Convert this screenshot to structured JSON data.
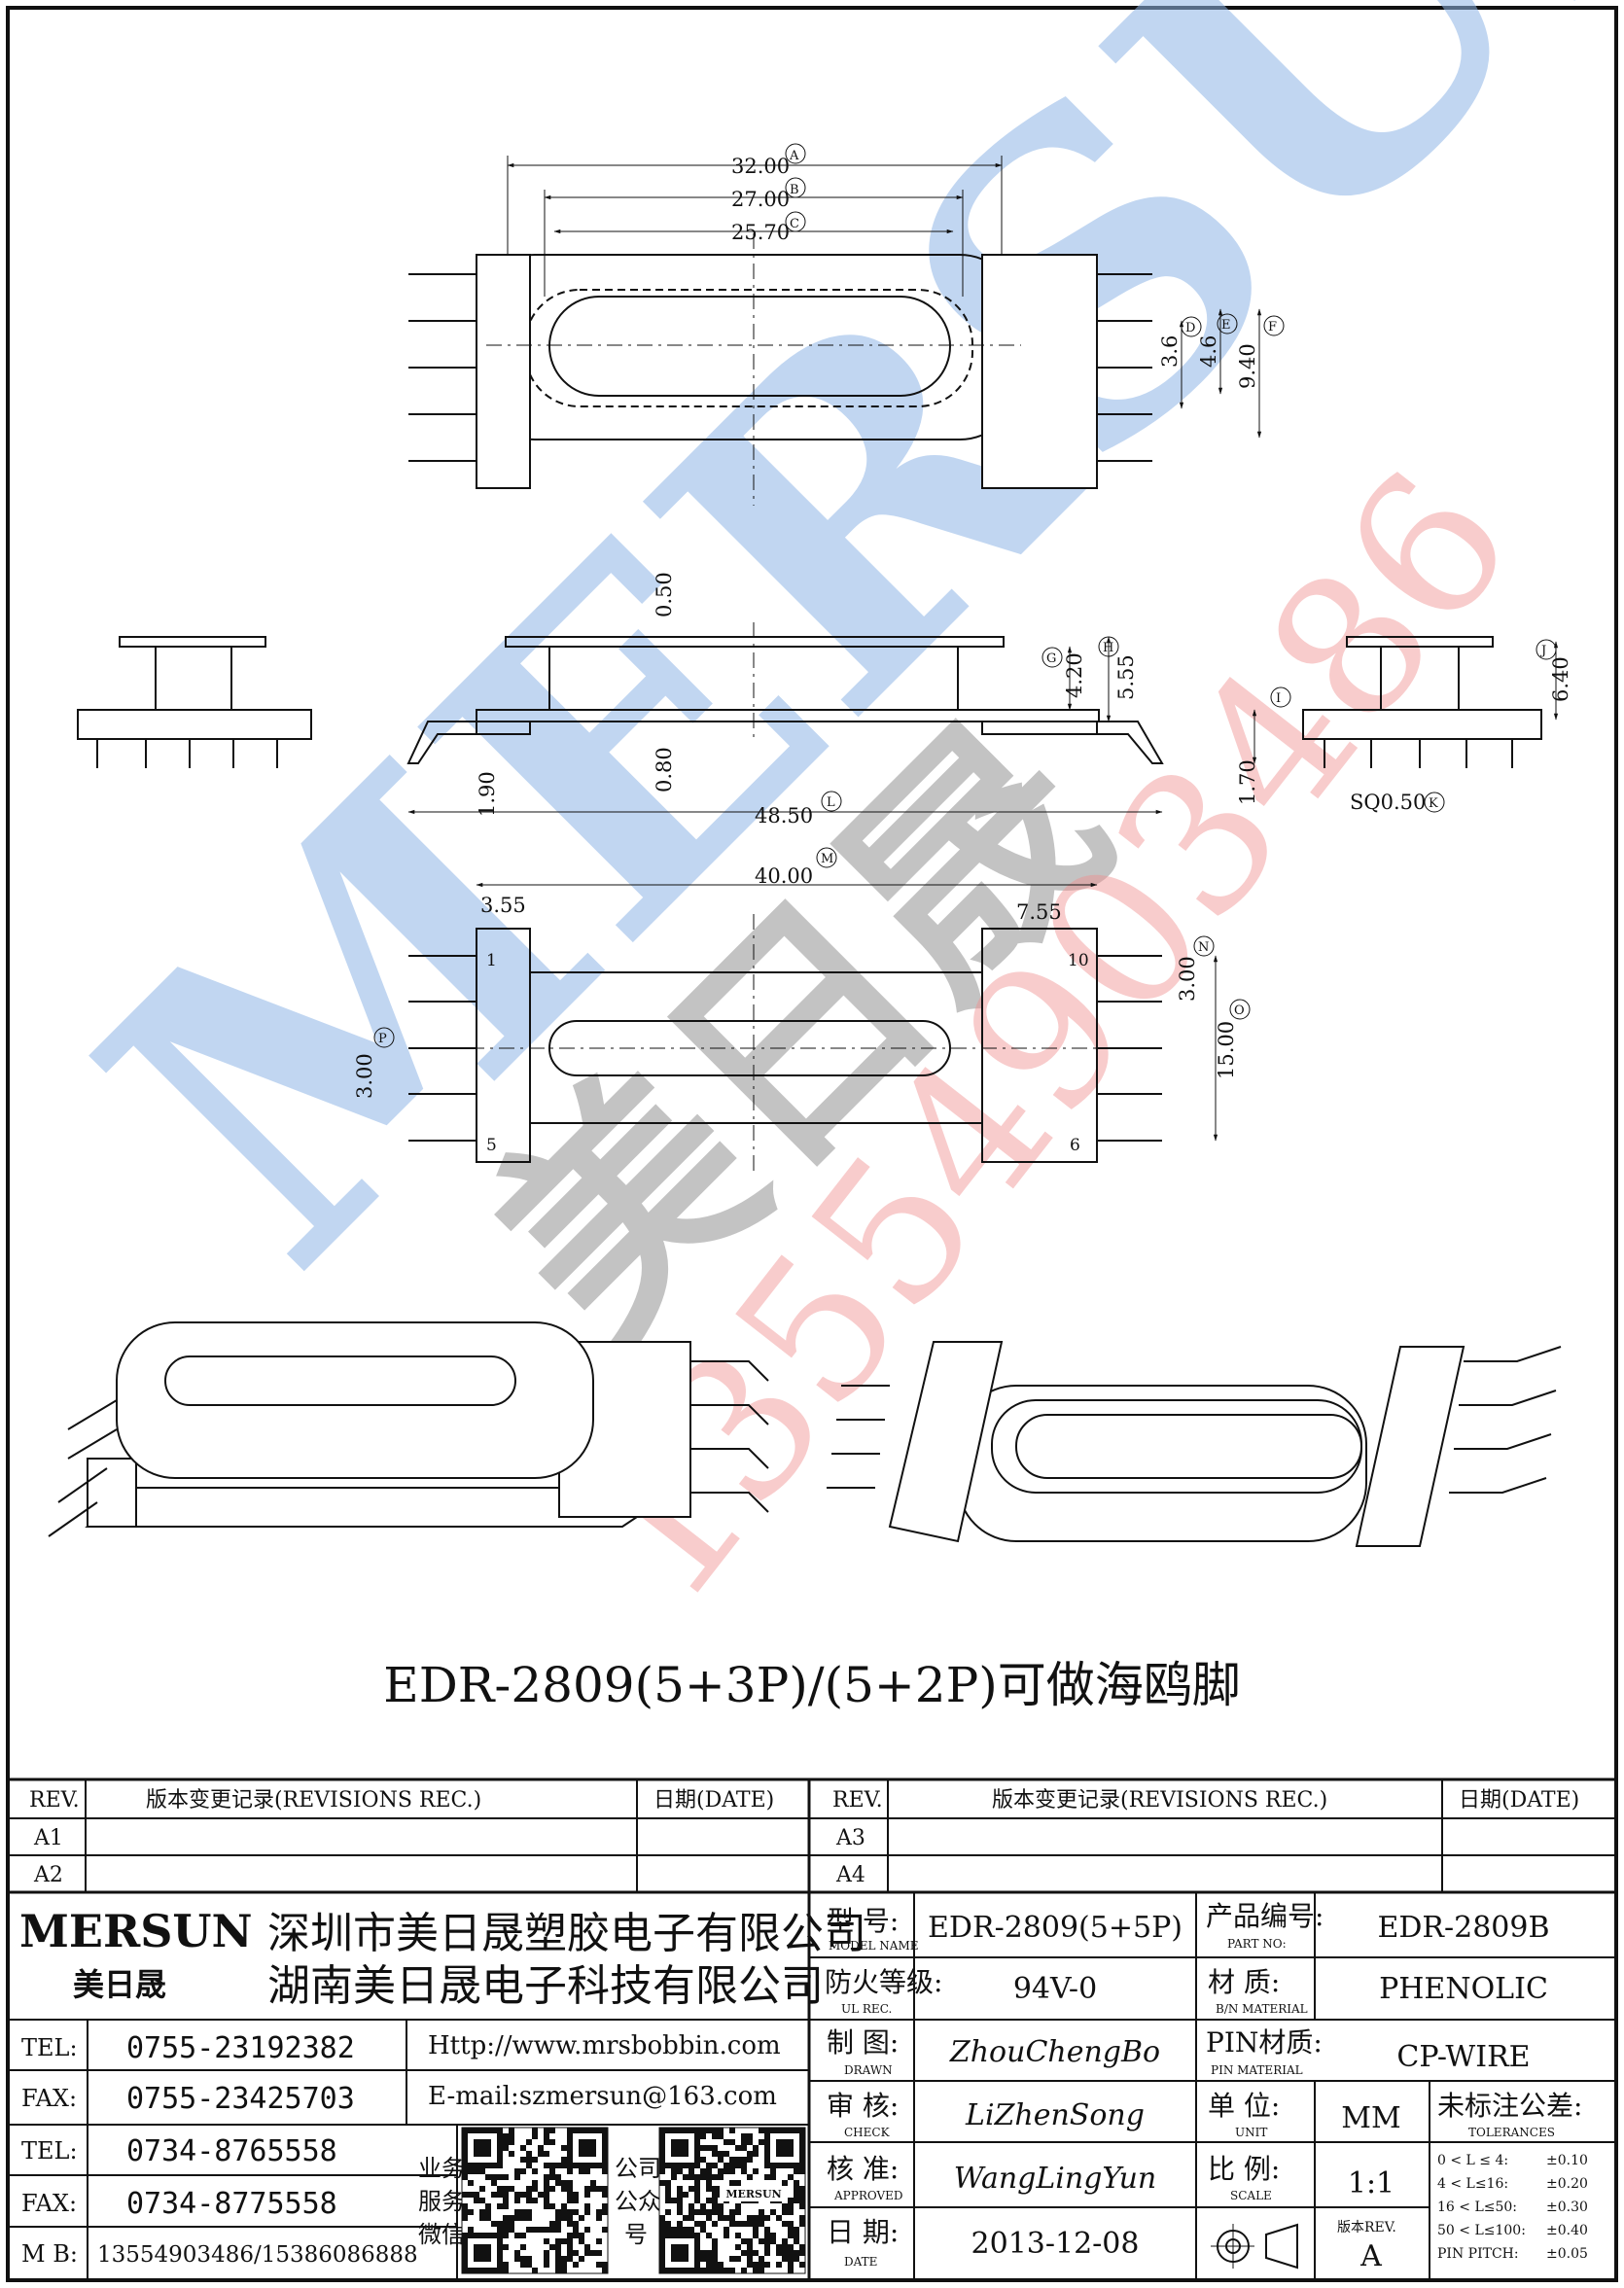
{
  "drawing": {
    "dims_top": {
      "A": "32.00",
      "B": "27.00",
      "C": "25.70",
      "D": "3.6",
      "E": "4.6",
      "F": "9.40",
      "markA": "A",
      "markB": "B",
      "markC": "C",
      "markD": "D",
      "markE": "E",
      "markF": "F"
    },
    "dims_side": {
      "d050": "0.50",
      "d080": "0.80",
      "d190": "1.90",
      "d4850": "48.50",
      "d420": "4.20",
      "d555": "5.55",
      "d640": "6.40",
      "d170": "1.70",
      "sq": "SQ0.50",
      "markG": "G",
      "markH": "H",
      "markI": "I",
      "markJ": "J",
      "markK": "K",
      "markL": "L"
    },
    "dims_bottom": {
      "d4000": "40.00",
      "d355": "3.55",
      "d755": "7.55",
      "d300a": "3.00",
      "d1500": "15.00",
      "d300b": "3.00",
      "markM": "M",
      "markN": "N",
      "markO": "O",
      "markP": "P",
      "pin1": "1",
      "pin5": "5",
      "pin10": "10",
      "pin6": "6"
    },
    "title": "EDR-2809(5+3P)/(5+2P)可做海鸥脚",
    "watermark_brand": "MERSUN",
    "watermark_cn": "美日晟",
    "watermark_phone": "13554903486"
  },
  "rev_left": {
    "h_rev": "REV.",
    "h_rec": "版本变更记录(REVISIONS REC.)",
    "h_date": "日期(DATE)",
    "r1": "A1",
    "r2": "A2"
  },
  "rev_right": {
    "h_rev": "REV.",
    "h_rec": "版本变更记录(REVISIONS REC.)",
    "h_date": "日期(DATE)",
    "r1": "A3",
    "r2": "A4"
  },
  "company": {
    "logo": "MERSUN",
    "logo_cn": "美日晟",
    "name1": "深圳市美日晟塑胶电子有限公司",
    "name2": "湖南美日晟电子科技有限公司",
    "tel1_label": "TEL:",
    "tel1": "0755-23192382",
    "fax1_label": "FAX:",
    "fax1": "0755-23425703",
    "tel2_label": "TEL:",
    "tel2": "0734-8765558",
    "fax2_label": "FAX:",
    "fax2": "0734-8775558",
    "mb_label": "M B:",
    "mb": "13554903486/15386086888",
    "web": "Http://www.mrsbobbin.com",
    "email": "E-mail:szmersun@163.com",
    "qr1_label": [
      "业务",
      "服务",
      "微信"
    ],
    "qr2_label": [
      "公司",
      "公众",
      "号"
    ],
    "qr2_center": "MERSUN"
  },
  "spec": {
    "model_label": "型  号:",
    "model_label_en": "MODEL NAME",
    "model": "EDR-2809(5+5P)",
    "part_label": "产品编号:",
    "part_label_en": "PART NO:",
    "part": "EDR-2809B",
    "ul_label": "防火等级:",
    "ul_label_en": "UL REC.",
    "ul": "94V-0",
    "mat_label": "材  质:",
    "mat_label_en": "B/N MATERIAL",
    "mat": "PHENOLIC",
    "drawn_label": "制  图:",
    "drawn_label_en": "DRAWN",
    "drawn": "ZhouChengBo",
    "pin_label": "PIN材质:",
    "pin_label_en": "PIN MATERIAL",
    "pin": "CP-WIRE",
    "check_label": "审  核:",
    "check_label_en": "CHECK",
    "check": "LiZhenSong",
    "unit_label": "单  位:",
    "unit_label_en": "UNIT",
    "unit": "MM",
    "tol_label": "未标注公差:",
    "tol_label_en": "TOLERANCES",
    "appr_label": "核  准:",
    "appr_label_en": "APPROVED",
    "appr": "WangLingYun",
    "scale_label": "比  例:",
    "scale_label_en": "SCALE",
    "scale": "1:1",
    "date_label": "日  期:",
    "date_label_en": "DATE",
    "date": "2013-12-08",
    "rev_label": "版本REV.",
    "rev": "A",
    "tolerances": [
      {
        "range": "0 < L ≤  4:",
        "value": "±0.10"
      },
      {
        "range": "4 < L≤16:",
        "value": "±0.20"
      },
      {
        "range": "16 < L≤50:",
        "value": "±0.30"
      },
      {
        "range": "50 < L≤100:",
        "value": "±0.40"
      },
      {
        "range": "PIN PITCH:",
        "value": "±0.05"
      }
    ]
  }
}
